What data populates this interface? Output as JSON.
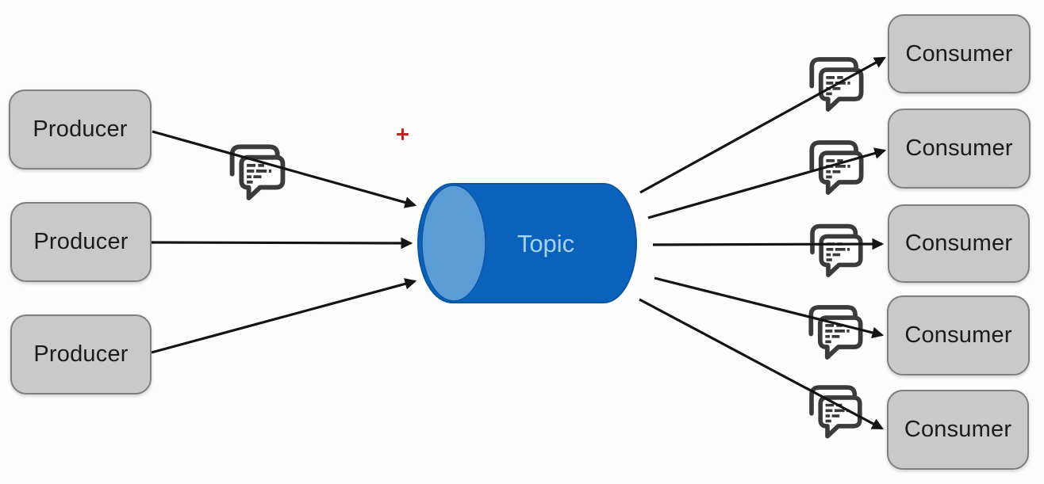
{
  "colors": {
    "background": "#fdfdfd",
    "node_fill": "#c9c9c9",
    "node_border": "#7f7f7f",
    "node_text": "#1b1b1b",
    "cylinder_body": "#0a62bb",
    "cylinder_cap": "#5c9cd6",
    "cylinder_outline": "#0b56a4",
    "cylinder_text": "#a6d2f2",
    "arrow": "#141414",
    "icon_stroke": "#3b3b3b",
    "icon_fill": "#ffffff",
    "marker": "#c9211e"
  },
  "producers": [
    {
      "label": "Producer"
    },
    {
      "label": "Producer"
    },
    {
      "label": "Producer"
    }
  ],
  "topic": {
    "label": "Topic"
  },
  "consumers": [
    {
      "label": "Consumer"
    },
    {
      "label": "Consumer"
    },
    {
      "label": "Consumer"
    },
    {
      "label": "Consumer"
    },
    {
      "label": "Consumer"
    }
  ],
  "icons": {
    "message": "overlapping-chat-bubbles"
  },
  "annotation": {
    "symbol": "+",
    "color": "#c9211e"
  }
}
